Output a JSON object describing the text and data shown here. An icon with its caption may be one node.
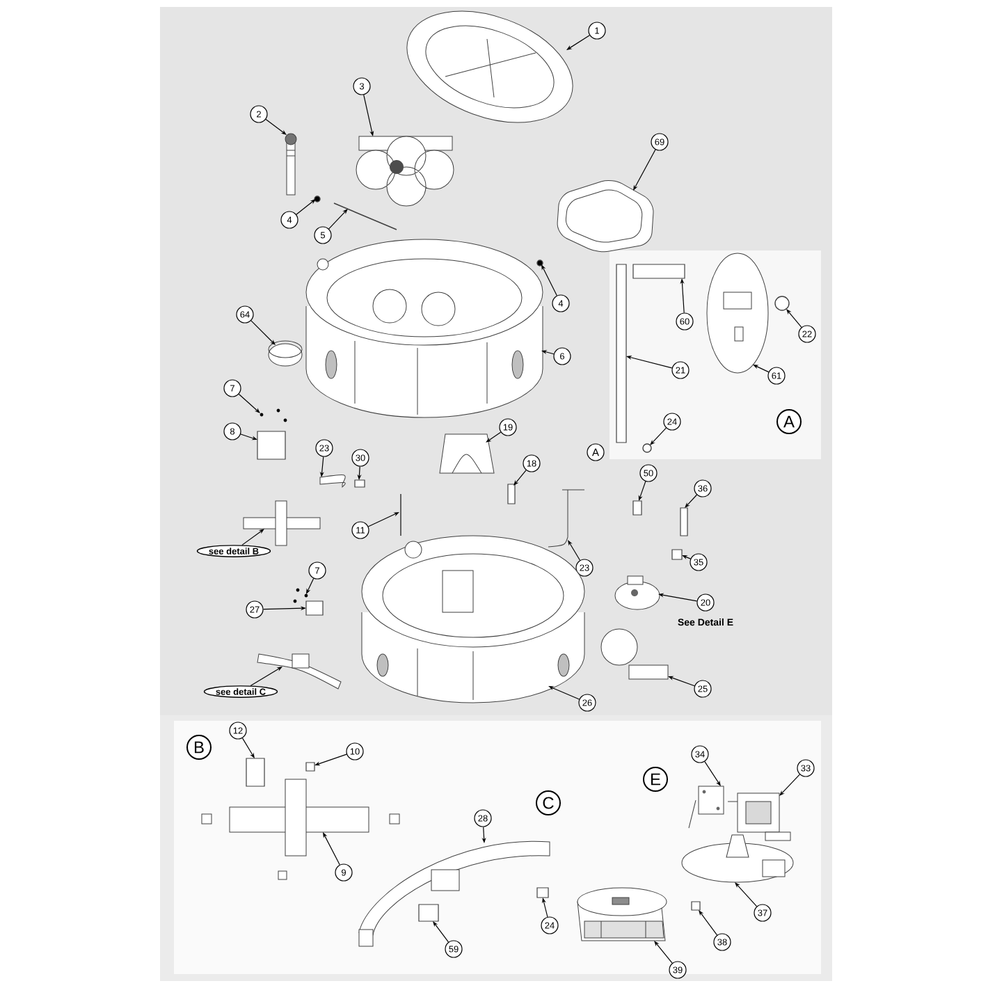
{
  "diagram": {
    "nodes": [
      {
        "text": [
          "1"
        ]
      },
      {
        "text": [
          "2"
        ]
      },
      {
        "text": [
          "3"
        ]
      },
      {
        "text": [
          "69"
        ]
      },
      {
        "text": [
          "4"
        ]
      },
      {
        "text": [
          "5"
        ]
      },
      {
        "text": [
          "4"
        ]
      },
      {
        "text": [
          "60"
        ]
      },
      {
        "text": [
          "22"
        ]
      },
      {
        "text": [
          "64"
        ]
      },
      {
        "text": [
          "6"
        ]
      },
      {
        "text": [
          "21"
        ]
      },
      {
        "text": [
          "61"
        ]
      },
      {
        "text": [
          "7"
        ]
      },
      {
        "text": [
          "24"
        ]
      },
      {
        "text": [
          "A"
        ]
      },
      {
        "text": [
          "8"
        ]
      },
      {
        "text": [
          "23"
        ]
      },
      {
        "text": [
          "30"
        ]
      },
      {
        "text": [
          "19"
        ]
      },
      {
        "text": [
          "18"
        ]
      },
      {
        "text": [
          "A"
        ]
      },
      {
        "text": [
          "50"
        ]
      },
      {
        "text": [
          "36"
        ]
      },
      {
        "text": [
          "11"
        ]
      },
      {
        "text": [
          "see detail B"
        ]
      },
      {
        "text": [
          "35"
        ]
      },
      {
        "text": [
          "7"
        ]
      },
      {
        "text": [
          "23"
        ]
      },
      {
        "text": [
          "20"
        ]
      },
      {
        "text": [
          "27"
        ]
      },
      {
        "text": [
          "25"
        ]
      },
      {
        "text": [
          "see detail C"
        ]
      },
      {
        "text": [
          "26"
        ]
      },
      {
        "text": [
          "B"
        ]
      },
      {
        "text": [
          "12"
        ]
      },
      {
        "text": [
          "10"
        ]
      },
      {
        "text": [
          "34"
        ]
      },
      {
        "text": [
          "33"
        ]
      },
      {
        "text": [
          "E"
        ]
      },
      {
        "text": [
          "C"
        ]
      },
      {
        "text": [
          "28"
        ]
      },
      {
        "text": [
          "9"
        ]
      },
      {
        "text": [
          "37"
        ]
      },
      {
        "text": [
          "24"
        ]
      },
      {
        "text": [
          "38"
        ]
      },
      {
        "text": [
          "59"
        ]
      },
      {
        "text": [
          "39"
        ]
      },
      {
        "text": [],
        "shape": "picture"
      },
      {
        "text": [],
        "shape": "picture"
      },
      {
        "text": [],
        "shape": "picture"
      },
      {
        "text": [],
        "shape": "picture"
      },
      {
        "text": [],
        "shape": "circle"
      },
      {
        "text": [],
        "shape": "picture"
      },
      {
        "text": [],
        "shape": "circle"
      },
      {
        "text": [],
        "shape": "box"
      },
      {
        "text": [],
        "shape": "circle"
      },
      {
        "text": [],
        "shape": "picture"
      },
      {
        "text": [],
        "shape": "picture"
      },
      {
        "text": [],
        "shape": "box"
      },
      {
        "text": [],
        "shape": "picture"
      },
      {
        "text": [],
        "shape": "picture"
      },
      {
        "text": [],
        "shape": "circle"
      },
      {
        "text": [],
        "shape": "box"
      },
      {
        "text": [],
        "shape": "picture"
      },
      {
        "text": [],
        "shape": "box"
      },
      {
        "text": [],
        "shape": "picture"
      },
      {
        "text": [],
        "shape": "box"
      },
      {
        "text": [],
        "shape": "box"
      },
      {
        "text": [],
        "shape": "box"
      },
      {
        "text": [],
        "shape": "picture"
      },
      {
        "text": [],
        "shape": "picture"
      },
      {
        "text": [],
        "shape": "box"
      },
      {
        "text": [],
        "shape": "picture"
      },
      {
        "text": [],
        "shape": "picture"
      },
      {
        "text": [],
        "shape": "picture"
      },
      {
        "text": [],
        "shape": "box"
      },
      {
        "text": [],
        "shape": "picture"
      },
      {
        "text": [],
        "shape": "picture"
      },
      {
        "text": [],
        "shape": "picture"
      },
      {
        "text": [],
        "shape": "box"
      },
      {
        "text": [],
        "shape": "box"
      },
      {
        "text": [],
        "shape": "picture"
      },
      {
        "text": [],
        "shape": "picture"
      },
      {
        "text": [],
        "shape": "picture"
      },
      {
        "text": [],
        "shape": "picture"
      },
      {
        "text": [],
        "shape": "picture"
      },
      {
        "text": [],
        "shape": "box"
      },
      {
        "text": [],
        "shape": "box"
      },
      {
        "text": [],
        "shape": "box"
      },
      {
        "text": [],
        "shape": "picture"
      }
    ],
    "edges": [
      {
        "from": 0,
        "to": 48,
        "arrow": "to"
      },
      {
        "from": 1,
        "to": 49,
        "arrow": "to"
      },
      {
        "from": 2,
        "to": 50,
        "arrow": "to"
      },
      {
        "from": 3,
        "to": 51,
        "arrow": "to"
      },
      {
        "from": 4,
        "to": 52,
        "arrow": "to"
      },
      {
        "from": 5,
        "to": 53,
        "arrow": "to"
      },
      {
        "from": 6,
        "to": 54,
        "arrow": "to"
      },
      {
        "from": 7,
        "to": 55,
        "arrow": "to"
      },
      {
        "from": 8,
        "to": 56,
        "arrow": "to"
      },
      {
        "from": 9,
        "to": 57,
        "arrow": "to"
      },
      {
        "from": 10,
        "to": 58,
        "arrow": "to"
      },
      {
        "from": 11,
        "to": 59,
        "arrow": "to"
      },
      {
        "from": 12,
        "to": 60,
        "arrow": "to"
      },
      {
        "from": 13,
        "to": 61,
        "arrow": "to"
      },
      {
        "from": 14,
        "to": 62,
        "arrow": "to"
      },
      {
        "from": 16,
        "to": 63,
        "arrow": "to"
      },
      {
        "from": 17,
        "to": 64,
        "arrow": "to"
      },
      {
        "from": 18,
        "to": 65,
        "arrow": "to"
      },
      {
        "from": 19,
        "to": 66,
        "arrow": "to"
      },
      {
        "from": 20,
        "to": 67,
        "arrow": "to"
      },
      {
        "from": 22,
        "to": 68,
        "arrow": "to"
      },
      {
        "from": 23,
        "to": 69,
        "arrow": "to"
      },
      {
        "from": 24,
        "to": 70,
        "arrow": "to"
      },
      {
        "from": 25,
        "to": 71,
        "arrow": "to"
      },
      {
        "from": 26,
        "to": 72,
        "arrow": "to"
      },
      {
        "from": 27,
        "to": 73,
        "arrow": "to"
      },
      {
        "from": 28,
        "to": 74,
        "arrow": "to"
      },
      {
        "from": 29,
        "to": 75,
        "arrow": "to"
      },
      {
        "from": 30,
        "to": 76,
        "arrow": "to"
      },
      {
        "from": 31,
        "to": 77,
        "arrow": "to"
      },
      {
        "from": 32,
        "to": 78,
        "arrow": "to"
      },
      {
        "from": 33,
        "to": 79,
        "arrow": "to"
      },
      {
        "from": 35,
        "to": 80,
        "arrow": "to"
      },
      {
        "from": 36,
        "to": 81,
        "arrow": "to"
      },
      {
        "from": 37,
        "to": 82,
        "arrow": "to"
      },
      {
        "from": 38,
        "to": 83,
        "arrow": "to"
      },
      {
        "from": 41,
        "to": 84,
        "arrow": "to"
      },
      {
        "from": 42,
        "to": 85,
        "arrow": "to"
      },
      {
        "from": 43,
        "to": 86,
        "arrow": "to"
      },
      {
        "from": 44,
        "to": 87,
        "arrow": "to"
      },
      {
        "from": 45,
        "to": 88,
        "arrow": "to"
      },
      {
        "from": 46,
        "to": 89,
        "arrow": "to"
      },
      {
        "from": 47,
        "to": 90,
        "arrow": "to"
      }
    ],
    "labels": [
      "See Detail E"
    ]
  }
}
